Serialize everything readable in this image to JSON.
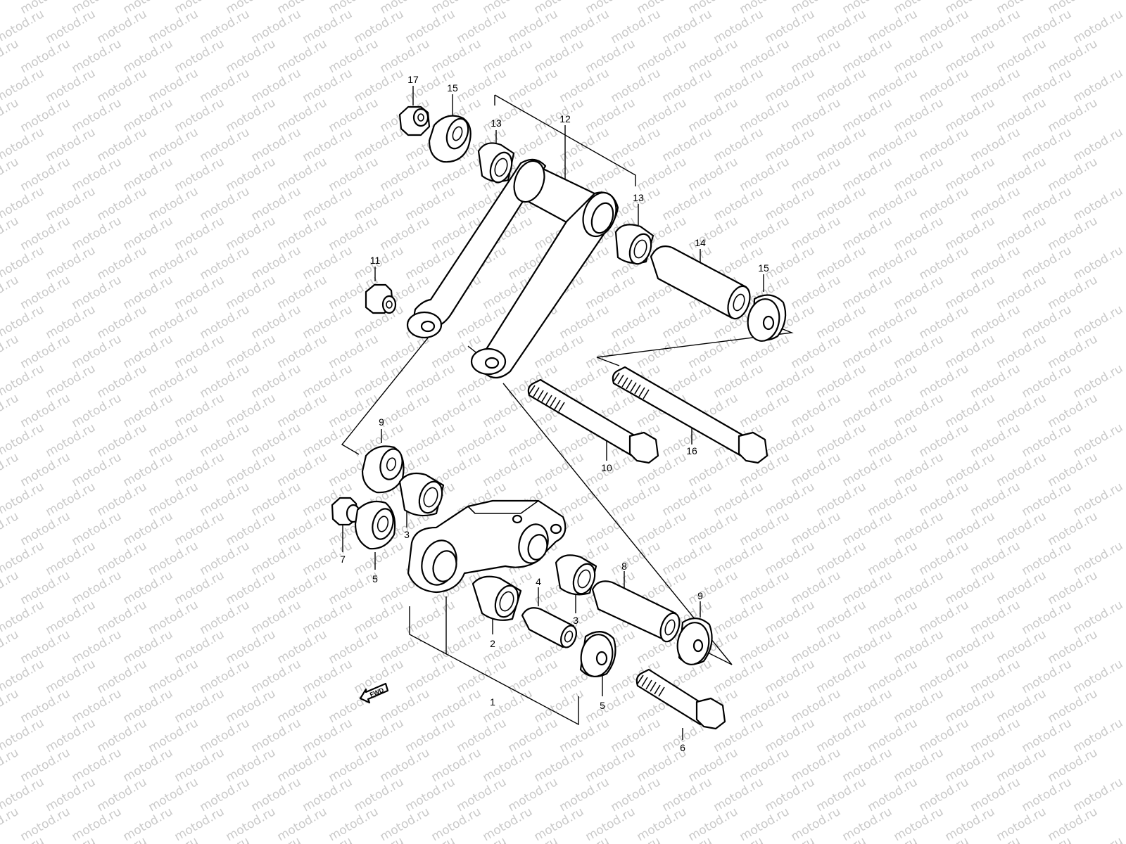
{
  "watermark": "motod.ru",
  "fwd_label": "FWD",
  "callouts": [
    "1",
    "2",
    "3",
    "3",
    "4",
    "5",
    "5",
    "6",
    "7",
    "8",
    "9",
    "9",
    "10",
    "11",
    "12",
    "13",
    "13",
    "14",
    "15",
    "15",
    "16",
    "17"
  ]
}
